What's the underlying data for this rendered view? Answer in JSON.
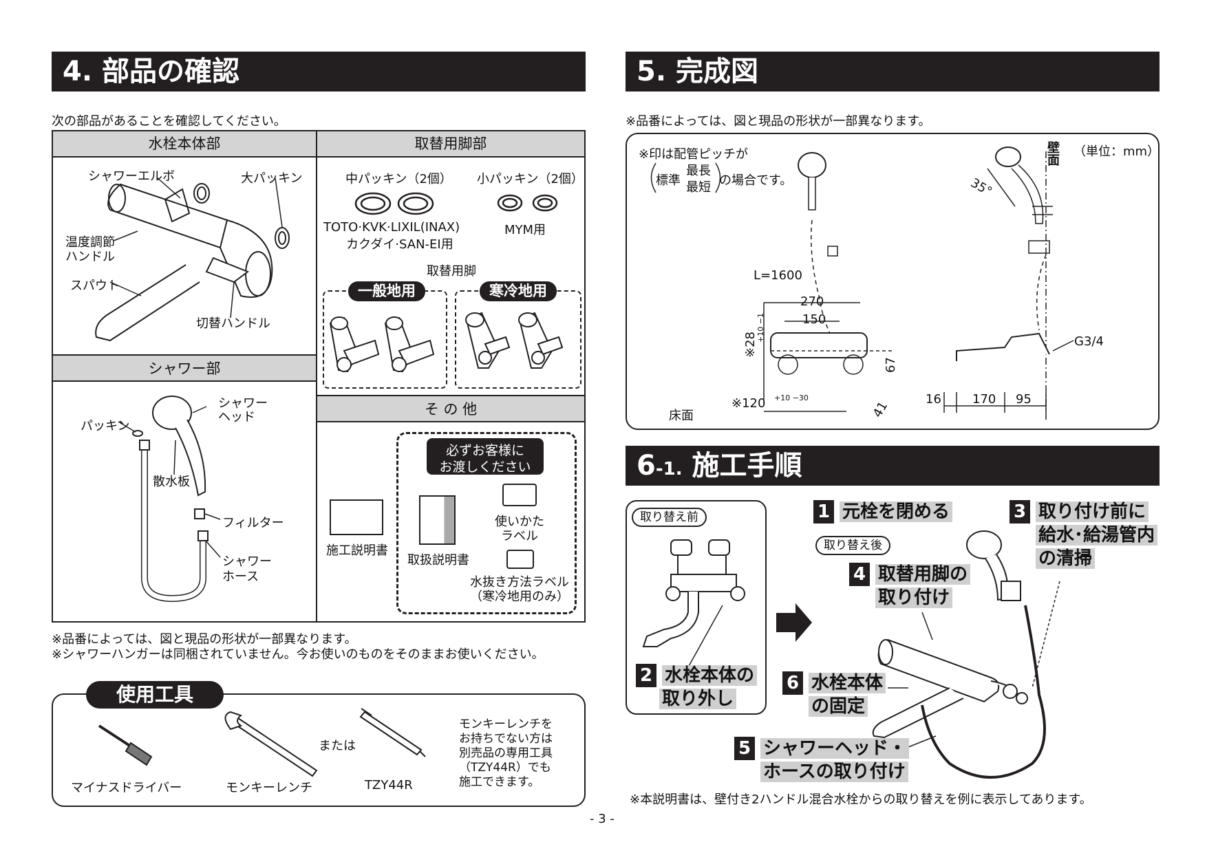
{
  "section4": {
    "title": "4. 部品の確認",
    "intro": "次の部品があることを確認してください。",
    "body_header": "水栓本体部",
    "legs_header": "取替用脚部",
    "shower_header": "シャワー部",
    "other_header": "そ の 他",
    "body_labels": {
      "elbow": "シャワーエルボ",
      "large_packing": "大パッキン",
      "temp_handle_1": "温度調節",
      "temp_handle_2": "ハンドル",
      "spout": "スパウト",
      "switch_handle": "切替ハンドル"
    },
    "legs": {
      "mid_packing": "中パッキン（2個）",
      "small_packing": "小パッキン（2個）",
      "brands_1": "TOTO·KVK·LIXIL(INAX)",
      "brands_2": "カクダイ·SAN-EI用",
      "mym": "MYM用",
      "leg_title": "取替用脚",
      "general": "一般地用",
      "cold": "寒冷地用"
    },
    "shower": {
      "packing": "パッキン",
      "head_1": "シャワー",
      "head_2": "ヘッド",
      "plate": "散水板",
      "filter": "フィルター",
      "hose_1": "シャワー",
      "hose_2": "ホース"
    },
    "other": {
      "handover_1": "必ずお客様に",
      "handover_2": "お渡しください",
      "install_manual": "施工説明書",
      "user_manual": "取扱説明書",
      "usage_label_1": "使いかた",
      "usage_label_2": "ラベル",
      "drain_label_1": "水抜き方法ラベル",
      "drain_label_2": "（寒冷地用のみ）"
    },
    "notes": [
      "※品番によっては、図と現品の形状が一部異なります。",
      "※シャワーハンガーは同梱されていません。今お使いのものをそのままお使いください。"
    ]
  },
  "tools": {
    "title": "使用工具",
    "screwdriver": "マイナスドライバー",
    "wrench": "モンキーレンチ",
    "or": "または",
    "special": "TZY44R",
    "note": [
      "モンキーレンチを",
      "お持ちでない方は",
      "別売品の専用工具",
      "（TZY44R）でも",
      "施工できます。"
    ]
  },
  "section5": {
    "title": "5. 完成図",
    "note": "※品番によっては、図と現品の形状が一部異なります。",
    "mark_1": "※印は配管ピッチが",
    "std": "標準",
    "max": "最長",
    "min": "最短",
    "mark_2": "の場合です。",
    "unit": "（単位：mm）",
    "wall": "壁面",
    "floor": "床面",
    "angle": "35°",
    "hose_len": "L=1600",
    "d270": "270",
    "d150": "150",
    "d28": "※28",
    "d28_tol": "+10 −1",
    "d120": "※120",
    "d120_tol": "+10 −30",
    "d67": "67",
    "d41": "41",
    "g34": "G3/4",
    "d16": "16",
    "d170": "170",
    "d95": "95"
  },
  "section6": {
    "title_a": "6",
    "title_b": "-1.",
    "title_c": " 施工手順",
    "before": "取り替え前",
    "after": "取り替え後",
    "steps": {
      "s1_num": "1",
      "s1": "元栓を閉める",
      "s2_num": "2",
      "s2a": "水栓本体の",
      "s2b": "取り外し",
      "s3_num": "3",
      "s3a": "取り付け前に",
      "s3b": "給水･給湯管内",
      "s3c": "の清掃",
      "s4_num": "4",
      "s4a": "取替用脚の",
      "s4b": "取り付け",
      "s5_num": "5",
      "s5a": "シャワーヘッド・",
      "s5b": "ホースの取り付け",
      "s6_num": "6",
      "s6a": "水栓本体",
      "s6b": "の固定"
    },
    "footnote": "※本説明書は、壁付き2ハンドル混合水栓からの取り替えを例に表示してあります。"
  },
  "page_number": "- 3 -"
}
